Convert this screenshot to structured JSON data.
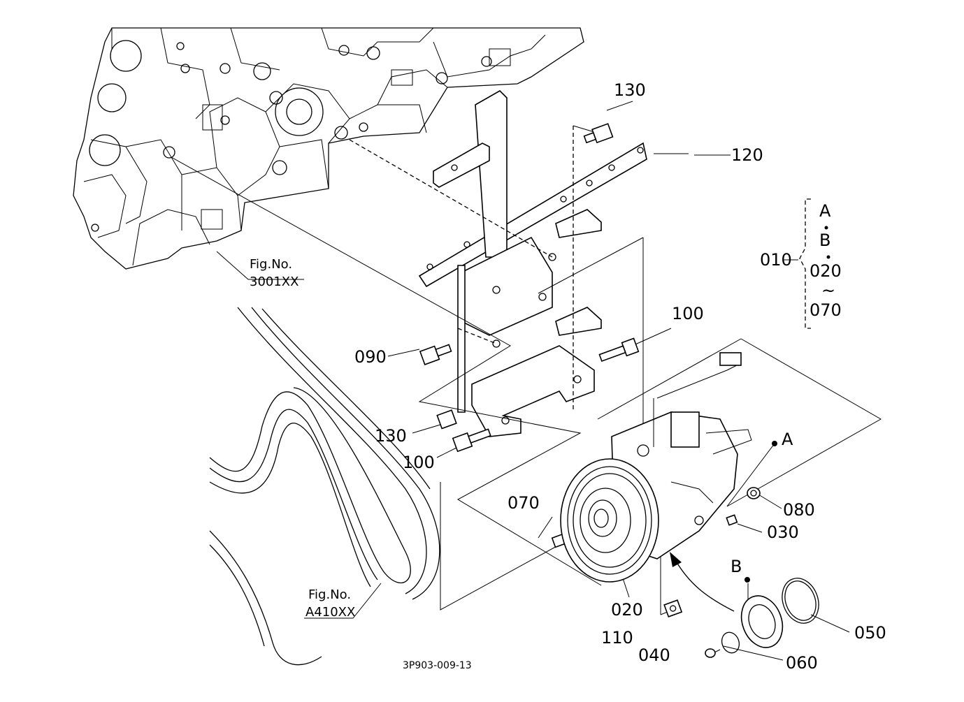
{
  "parts": {
    "p010": "010",
    "p020": "020",
    "p030": "030",
    "p040": "040",
    "p050": "050",
    "p060": "060",
    "p070": "070",
    "p080": "080",
    "p090": "090",
    "p100a": "100",
    "p100b": "100",
    "p110": "110",
    "p120": "120",
    "p130a": "130",
    "p130b": "130"
  },
  "markers": {
    "a": "A",
    "b": "B"
  },
  "assembly": {
    "a": "A",
    "b": "B",
    "from": "020",
    "tilde": "~",
    "to": "070"
  },
  "refs": {
    "engine_fig": "Fig.No.",
    "engine_no": "3001XX",
    "belt_fig": "Fig.No.",
    "belt_no": "A410XX"
  },
  "footer": {
    "code": "3P903-009-13"
  }
}
